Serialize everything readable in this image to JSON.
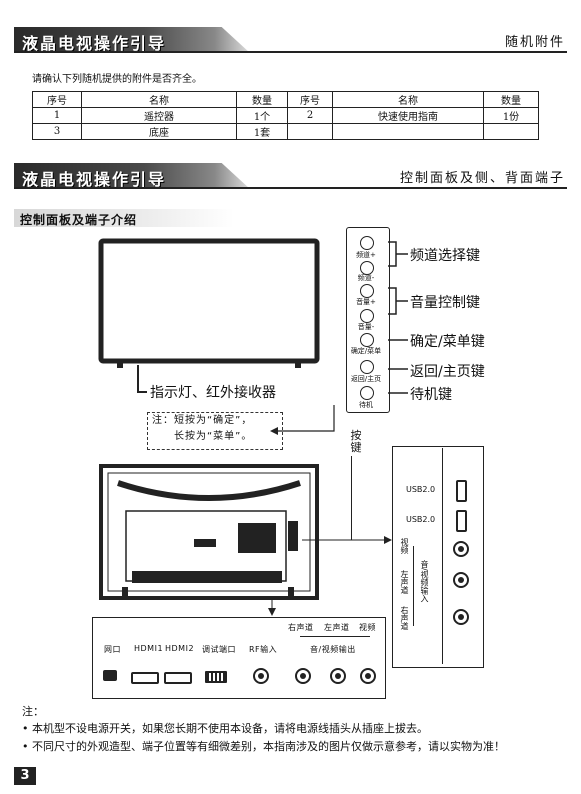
{
  "header1": {
    "title": "液晶电视操作引导",
    "right": "随机附件"
  },
  "intro": "请确认下列随机提供的附件是否齐全。",
  "accessories": {
    "headers": [
      "序号",
      "名称",
      "数量",
      "序号",
      "名称",
      "数量"
    ],
    "rows": [
      [
        "1",
        "遥控器",
        "1个",
        "2",
        "快速使用指南",
        "1份"
      ],
      [
        "3",
        "底座",
        "1套",
        "",
        "",
        ""
      ]
    ]
  },
  "header2": {
    "title": "液晶电视操作引导",
    "right": "控制面板及侧、背面端子"
  },
  "subheader": "控制面板及端子介绍",
  "buttons": [
    {
      "label": "频道+"
    },
    {
      "label": "频道-"
    },
    {
      "label": "音量+"
    },
    {
      "label": "音量-"
    },
    {
      "label": "确定/菜单"
    },
    {
      "label": "返回/主页"
    },
    {
      "label": "待机"
    }
  ],
  "callouts": {
    "channel": "频道选择键",
    "volume": "音量控制键",
    "ok_menu": "确定/菜单键",
    "back_home": "返回/主页键",
    "standby": "待机键",
    "indicator": "指示灯、红外接收器",
    "keys": "按键"
  },
  "press_note": {
    "line1": "注：短按为“确定”，",
    "line2": "长按为“菜单”。"
  },
  "side_panel": {
    "usb1": "USB2.0",
    "usb2": "USB2.0",
    "av_in_video": "视频",
    "av_in_left": "左声道",
    "av_in_right": "右声道",
    "av_in_title": "音/视频输入"
  },
  "bottom_ports": {
    "labels": [
      "网口",
      "HDMI1",
      "HDMI2",
      "调试端口",
      "RF输入"
    ],
    "av_out": {
      "right": "右声道",
      "left": "左声道",
      "video": "视频",
      "title": "音/视频输出"
    }
  },
  "notes": {
    "title": "注：",
    "items": [
      "• 本机型不设电源开关，如果您长期不使用本设备，请将电源线插头从插座上拔去。",
      "• 不同尺寸的外观造型、端子位置等有细微差别，本指南涉及的图片仅做示意参考，请以实物为准！"
    ]
  },
  "page_number": "3"
}
